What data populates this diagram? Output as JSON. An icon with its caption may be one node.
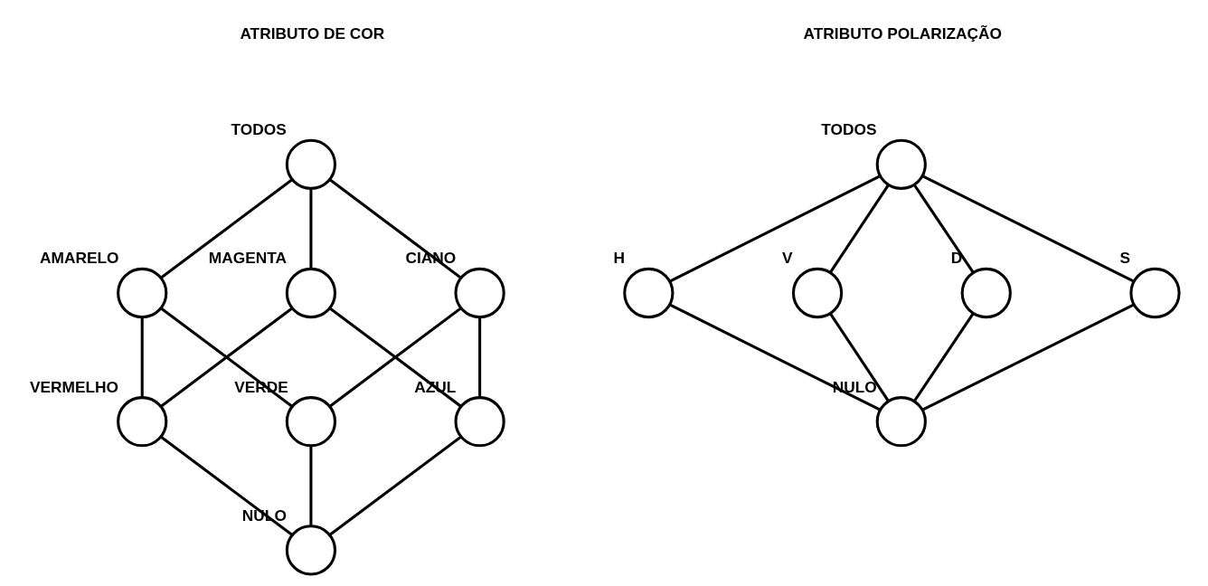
{
  "diagram": {
    "nodes": [
      {
        "text": [],
        "shape": "circle",
        "beside": [
          "TODOS"
        ]
      },
      {
        "text": [],
        "shape": "circle",
        "beside": [
          "AMARELO"
        ]
      },
      {
        "text": [],
        "shape": "circle",
        "beside": [
          "MAGENTA"
        ]
      },
      {
        "text": [],
        "shape": "circle",
        "beside": [
          "CIANO"
        ]
      },
      {
        "text": [],
        "shape": "circle",
        "beside": [
          "VERMELHO"
        ]
      },
      {
        "text": [],
        "shape": "circle",
        "beside": [
          "VERDE"
        ]
      },
      {
        "text": [],
        "shape": "circle",
        "beside": [
          "AZUL"
        ]
      },
      {
        "text": [],
        "shape": "circle",
        "beside": [
          "NULO"
        ]
      },
      {
        "text": [],
        "shape": "circle",
        "beside": [
          "TODOS"
        ]
      },
      {
        "text": [],
        "shape": "circle",
        "beside": [
          "H"
        ]
      },
      {
        "text": [],
        "shape": "circle",
        "beside": [
          "V"
        ]
      },
      {
        "text": [],
        "shape": "circle",
        "beside": [
          "D"
        ]
      },
      {
        "text": [],
        "shape": "circle",
        "beside": [
          "S"
        ]
      },
      {
        "text": [],
        "shape": "circle",
        "beside": [
          "NULO"
        ]
      }
    ],
    "edges": [
      {
        "from": 0,
        "to": 1,
        "arrow": "none"
      },
      {
        "from": 0,
        "to": 2,
        "arrow": "none"
      },
      {
        "from": 0,
        "to": 3,
        "arrow": "none"
      },
      {
        "from": 1,
        "to": 4,
        "arrow": "none"
      },
      {
        "from": 1,
        "to": 5,
        "arrow": "none"
      },
      {
        "from": 2,
        "to": 4,
        "arrow": "none"
      },
      {
        "from": 2,
        "to": 6,
        "arrow": "none"
      },
      {
        "from": 3,
        "to": 5,
        "arrow": "none"
      },
      {
        "from": 3,
        "to": 6,
        "arrow": "none"
      },
      {
        "from": 4,
        "to": 7,
        "arrow": "none"
      },
      {
        "from": 5,
        "to": 7,
        "arrow": "none"
      },
      {
        "from": 6,
        "to": 7,
        "arrow": "none"
      },
      {
        "from": 8,
        "to": 9,
        "arrow": "none"
      },
      {
        "from": 8,
        "to": 10,
        "arrow": "none"
      },
      {
        "from": 8,
        "to": 11,
        "arrow": "none"
      },
      {
        "from": 8,
        "to": 12,
        "arrow": "none"
      },
      {
        "from": 9,
        "to": 13,
        "arrow": "none"
      },
      {
        "from": 10,
        "to": 13,
        "arrow": "none"
      },
      {
        "from": 11,
        "to": 13,
        "arrow": "none"
      },
      {
        "from": 12,
        "to": 13,
        "arrow": "none"
      }
    ],
    "labels": [
      "ATRIBUTO DE COR",
      "ATRIBUTO POLARIZAÇÃO"
    ]
  }
}
